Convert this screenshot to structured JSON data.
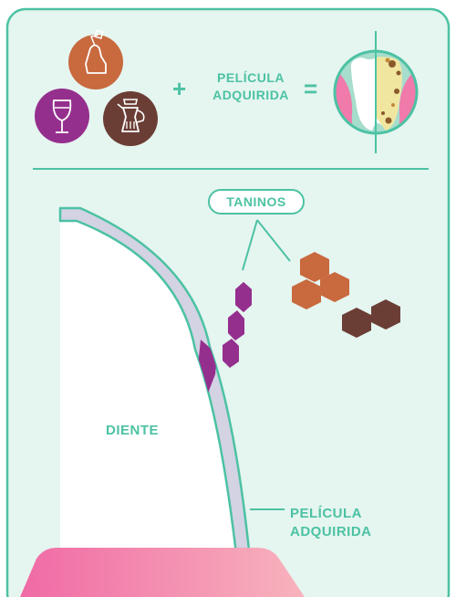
{
  "equation": {
    "plus_sign": "+",
    "film_label_line1": "PELÍCULA",
    "film_label_line2": "ADQUIRIDA",
    "equals_sign": "="
  },
  "diagram": {
    "tannins_label": "TANINOS",
    "tooth_label": "DIENTE",
    "film_label_line1": "PELÍCULA",
    "film_label_line2": "ADQUIRIDA"
  },
  "icons": [
    "tea-bag-icon",
    "wine-glass-icon",
    "coffee-pot-icon",
    "stained-tooth-icon"
  ],
  "colors": {
    "teal": "#4cc2a3",
    "background": "#e5f5f0",
    "tea": "#c8693e",
    "wine": "#952f8e",
    "coffee": "#6b3e35",
    "film": "#d3d3e4",
    "gum": "#f27aaa"
  }
}
